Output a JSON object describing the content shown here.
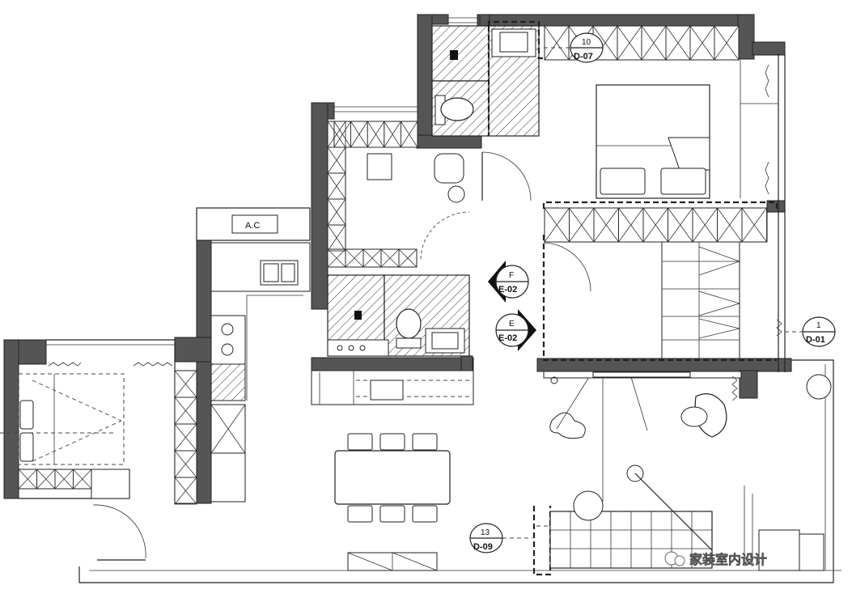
{
  "drawing": {
    "ac_label": "A.C",
    "watermark": "家装室内设计"
  },
  "tags": {
    "d07": {
      "num": "10",
      "ref": "D-07"
    },
    "d01": {
      "num": "1",
      "ref": "D-01"
    },
    "d09": {
      "num": "13",
      "ref": "D-09"
    },
    "e02_f": {
      "num": "F",
      "ref": "E-02"
    },
    "e02_e": {
      "num": "E",
      "ref": "E-02"
    }
  },
  "colors": {
    "wall": "#555555",
    "line": "#222222",
    "background": "#ffffff"
  }
}
